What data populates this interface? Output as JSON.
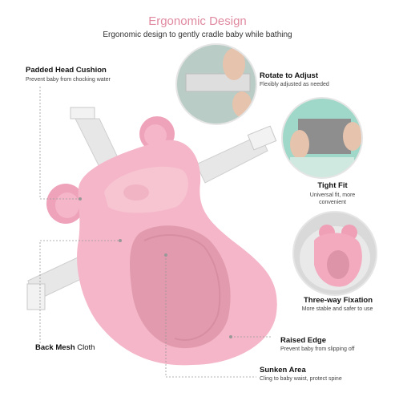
{
  "header": {
    "title": "Ergonomic Design",
    "subtitle": "Ergonomic design to gently cradle baby while bathing"
  },
  "features": {
    "head_cushion": {
      "title": "Padded Head Cushion",
      "desc": "Prevent baby from chocking water"
    },
    "rotate": {
      "title": "Rotate to Adjust",
      "desc": "Flexibly adjusted as needed"
    },
    "tight_fit": {
      "title": "Tight Fit",
      "desc_line1": "Universal fit, more",
      "desc_line2": "convenient"
    },
    "three_way": {
      "title": "Three-way Fixation",
      "desc": "More stable and safer to use"
    },
    "back_mesh": {
      "title": "Back Mesh",
      "title_suffix": "Cloth"
    },
    "raised_edge": {
      "title": "Raised Edge",
      "desc": "Prevent baby from slipping off"
    },
    "sunken_area": {
      "title": "Sunken Area",
      "desc": "Cling to baby waist, protect spine"
    }
  },
  "colors": {
    "accent": "#e08aa0",
    "cushion_pink": "#f4b6c8",
    "mesh_pink": "#e9a5b6",
    "strap_gray": "#e6e6e6",
    "dash_gray": "#9a9a9a"
  }
}
